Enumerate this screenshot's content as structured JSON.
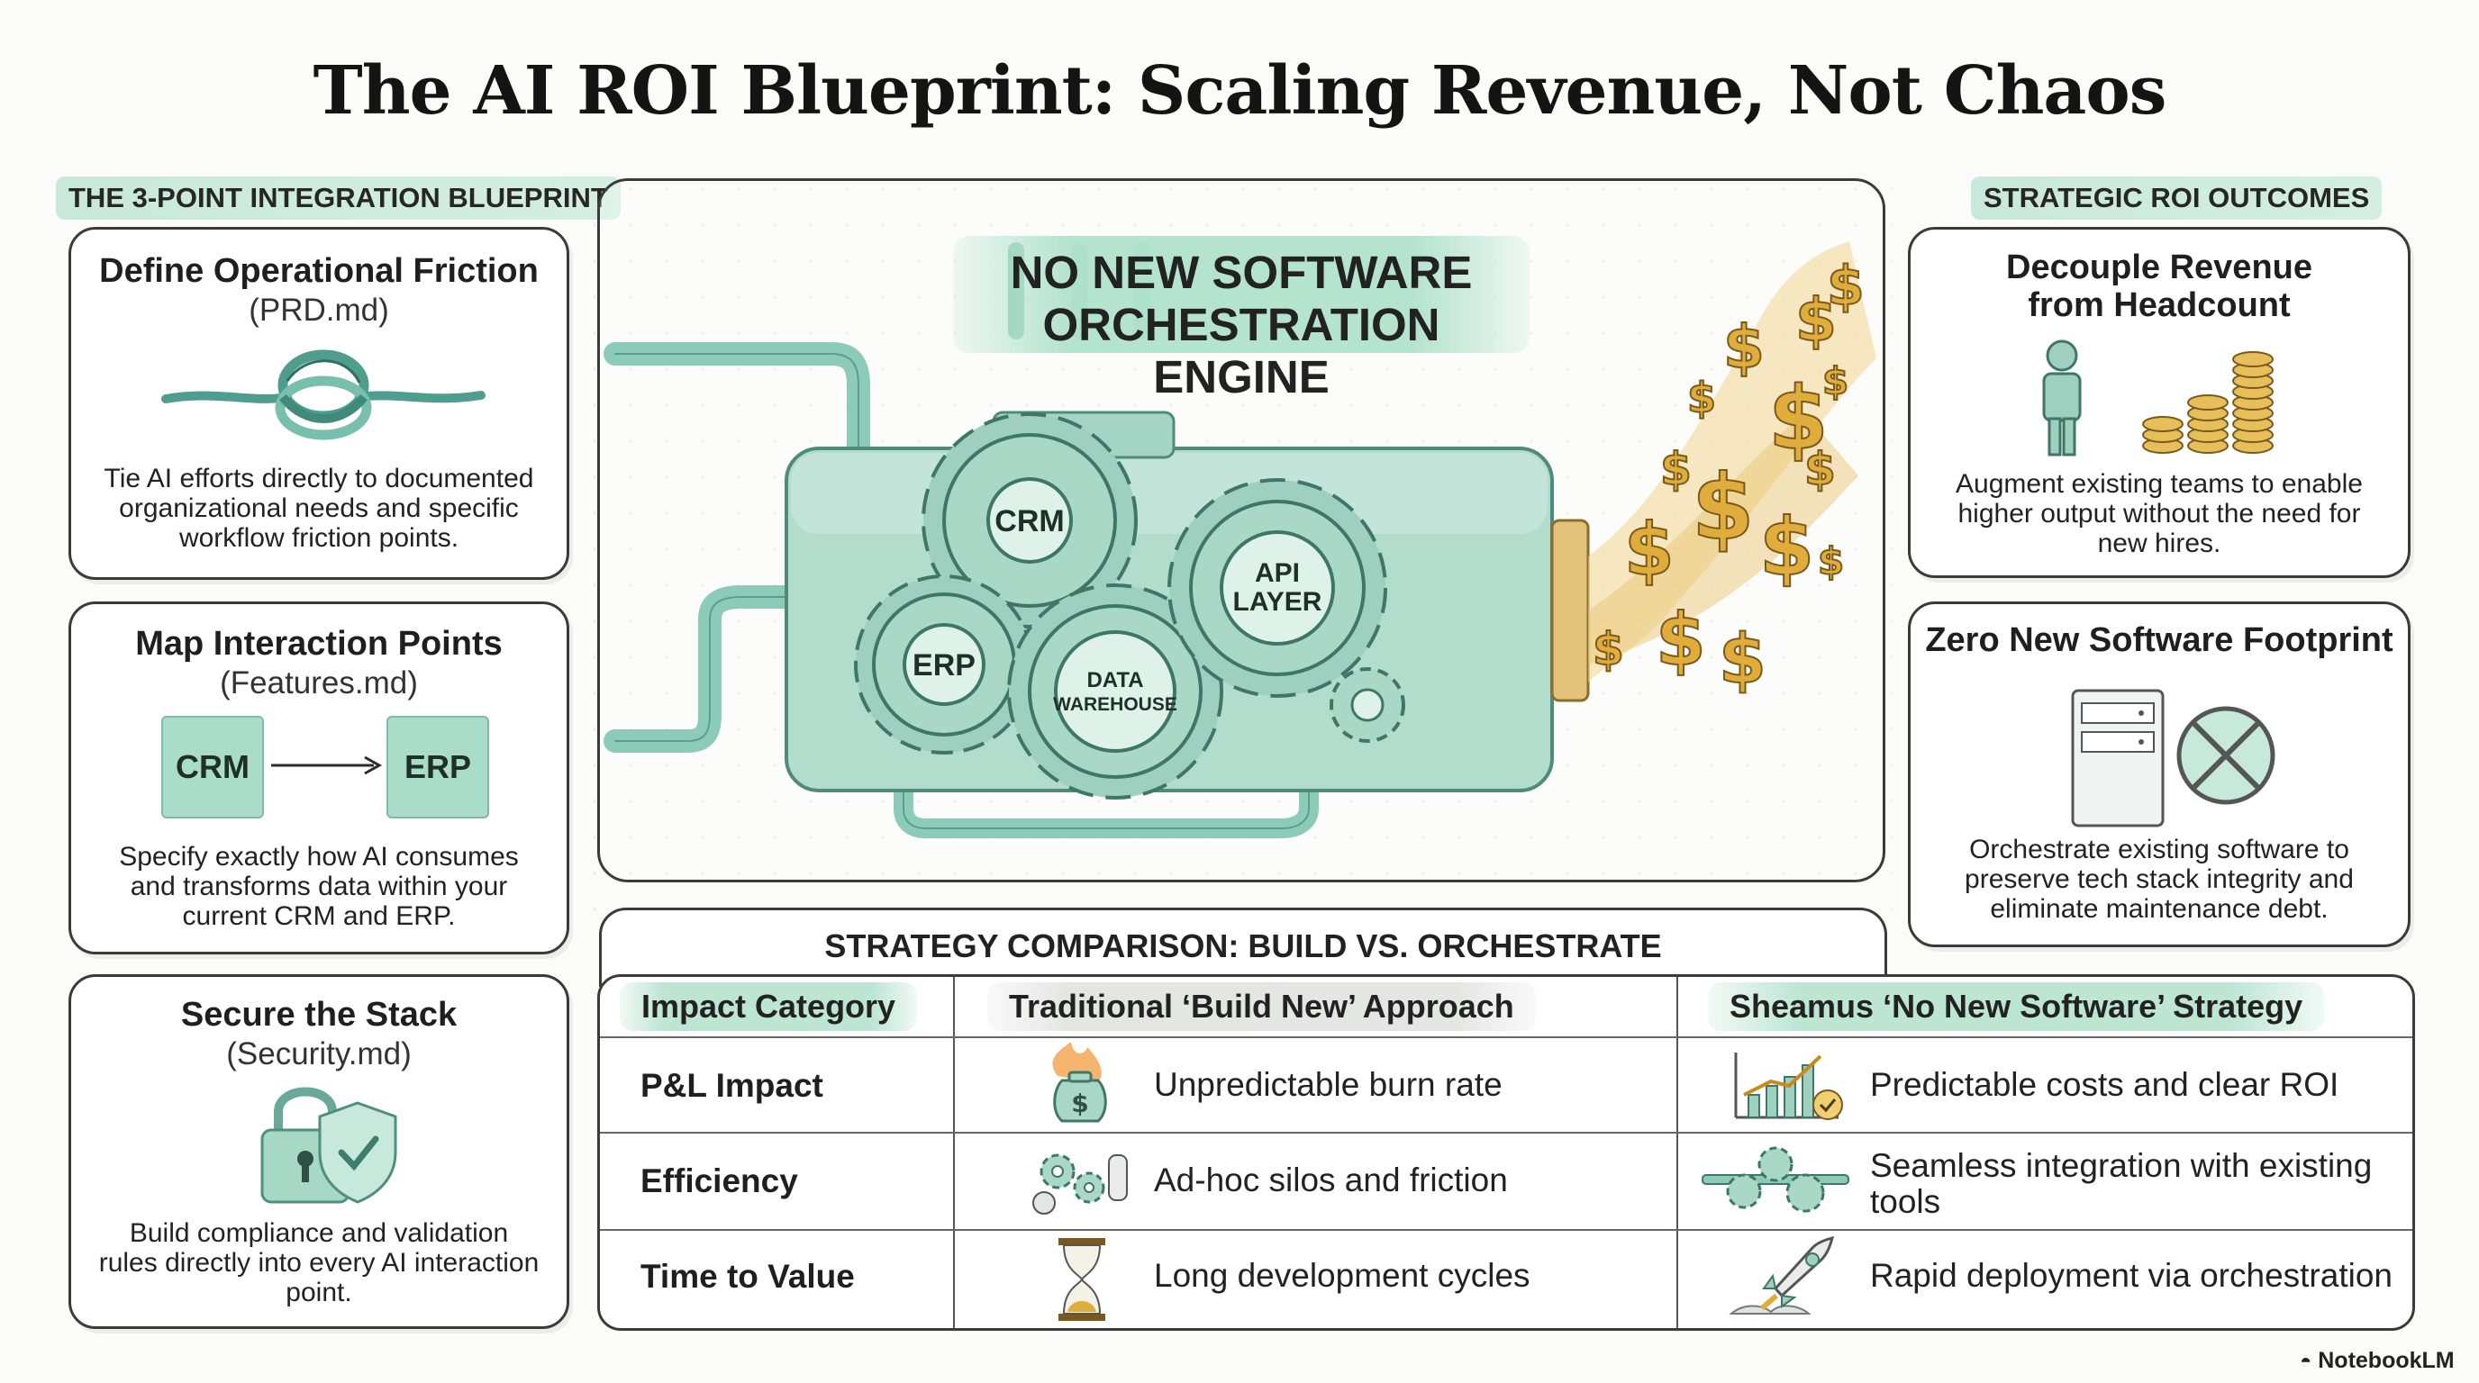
{
  "title": "The AI ROI Blueprint: Scaling Revenue, Not Chaos",
  "left_section": {
    "heading": "THE 3-POINT INTEGRATION BLUEPRINT",
    "cards": [
      {
        "title": "Define Operational Friction",
        "file": "(PRD.md)",
        "icon": "knot-icon",
        "body": "Tie AI efforts directly to documented organizational needs and specific workflow friction points."
      },
      {
        "title": "Map Interaction Points",
        "file": "(Features.md)",
        "icon": "flow-icon",
        "box_a": "CRM",
        "box_b": "ERP",
        "body": "Specify exactly how AI consumes and transforms data within your current CRM and ERP."
      },
      {
        "title": "Secure the Stack",
        "file": "(Security.md)",
        "icon": "lock-shield-icon",
        "body": "Build compliance and validation rules directly into every AI interaction point."
      }
    ]
  },
  "engine": {
    "label_line1": "NO NEW SOFTWARE",
    "label_line2": "ORCHESTRATION ENGINE",
    "gears": [
      "CRM",
      "ERP",
      "DATA",
      "WAREHOUSE",
      "API",
      "LAYER"
    ]
  },
  "right_section": {
    "heading": "STRATEGIC ROI OUTCOMES",
    "cards": [
      {
        "title_line1": "Decouple Revenue",
        "title_line2": "from Headcount",
        "icon": "person-coins-icon",
        "body": "Augment existing teams to enable higher output without the need for new hires."
      },
      {
        "title_line1": "Zero New Software Footprint",
        "title_line2": "",
        "icon": "server-blocked-icon",
        "body": "Orchestrate existing software to preserve tech stack integrity and eliminate maintenance debt."
      }
    ]
  },
  "comparison": {
    "title": "STRATEGY COMPARISON: BUILD VS. ORCHESTRATE",
    "headers": [
      "Impact Category",
      "Traditional ‘Build New’ Approach",
      "Sheamus ‘No New Software’ Strategy"
    ],
    "rows": [
      {
        "category": "P&L Impact",
        "build": "Unpredictable burn rate",
        "build_icon": "burning-money-bag-icon",
        "orchestrate": "Predictable costs and clear ROI",
        "orchestrate_icon": "growth-chart-icon"
      },
      {
        "category": "Efficiency",
        "build": "Ad-hoc silos and friction",
        "build_icon": "scattered-gears-icon",
        "orchestrate": "Seamless integration with existing tools",
        "orchestrate_icon": "connected-gears-icon"
      },
      {
        "category": "Time to Value",
        "build": "Long development cycles",
        "build_icon": "hourglass-icon",
        "orchestrate": "Rapid deployment via orchestration",
        "orchestrate_icon": "rocket-icon"
      }
    ]
  },
  "footer": "NotebookLM",
  "colors": {
    "mint": "#b7e4d0",
    "teal": "#7fc6b4",
    "gold": "#e3b54a",
    "ink": "#2b2b2b"
  }
}
